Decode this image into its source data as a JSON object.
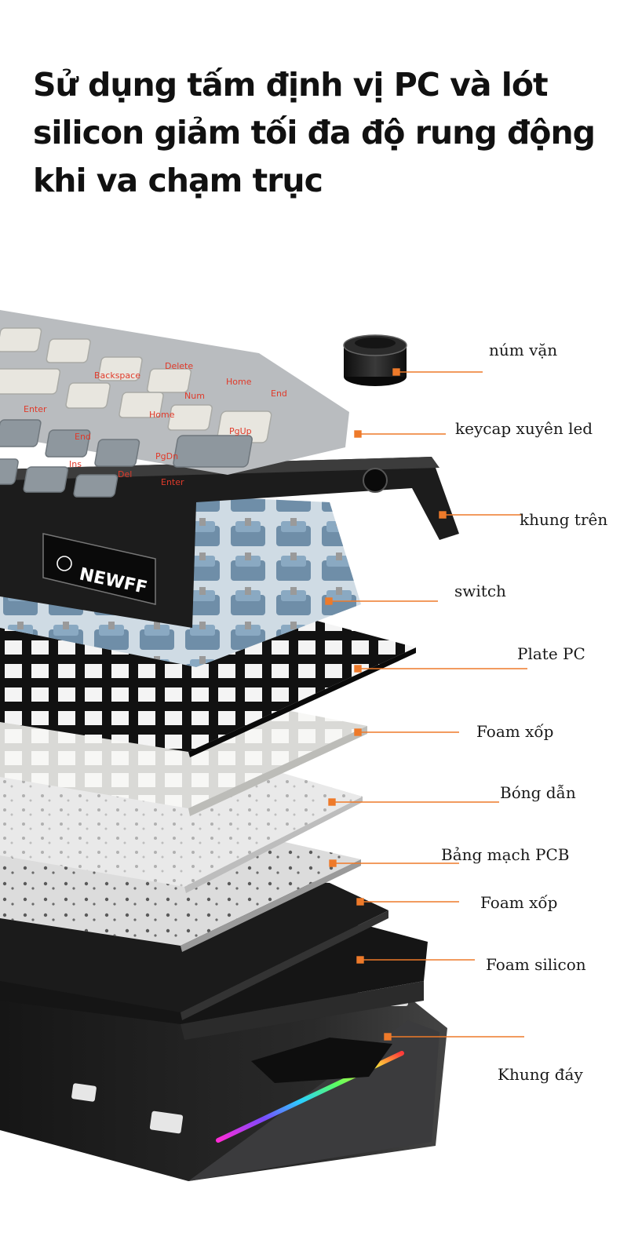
{
  "headline": "Sử dụng tấm định vị PC và lót silicon giảm tối đa độ rung động khi va chạm trục",
  "brand": "NEWFF",
  "accent_color": "#ee7a2a",
  "callouts": [
    {
      "id": "knob",
      "label": "núm vặn"
    },
    {
      "id": "keycap",
      "label": "keycap xuyên led"
    },
    {
      "id": "top-frame",
      "label": "khung trên"
    },
    {
      "id": "switch",
      "label": "switch"
    },
    {
      "id": "plate",
      "label": "Plate PC"
    },
    {
      "id": "foam-1",
      "label": "Foam xốp"
    },
    {
      "id": "light-guide",
      "label": "Bóng dẫn"
    },
    {
      "id": "pcb",
      "label": "Bảng mạch PCB"
    },
    {
      "id": "foam-2",
      "label": "Foam xốp"
    },
    {
      "id": "foam-silicon",
      "label": "Foam silicon"
    },
    {
      "id": "bottom-frame",
      "label": "Khung đáy"
    }
  ],
  "keycap_legends": [
    "Backspace",
    "Delete",
    "Home",
    "End",
    "Num",
    "Enter",
    "Home",
    "PgUp",
    "End",
    "PgDn",
    "Ins",
    "Del",
    "Enter"
  ]
}
